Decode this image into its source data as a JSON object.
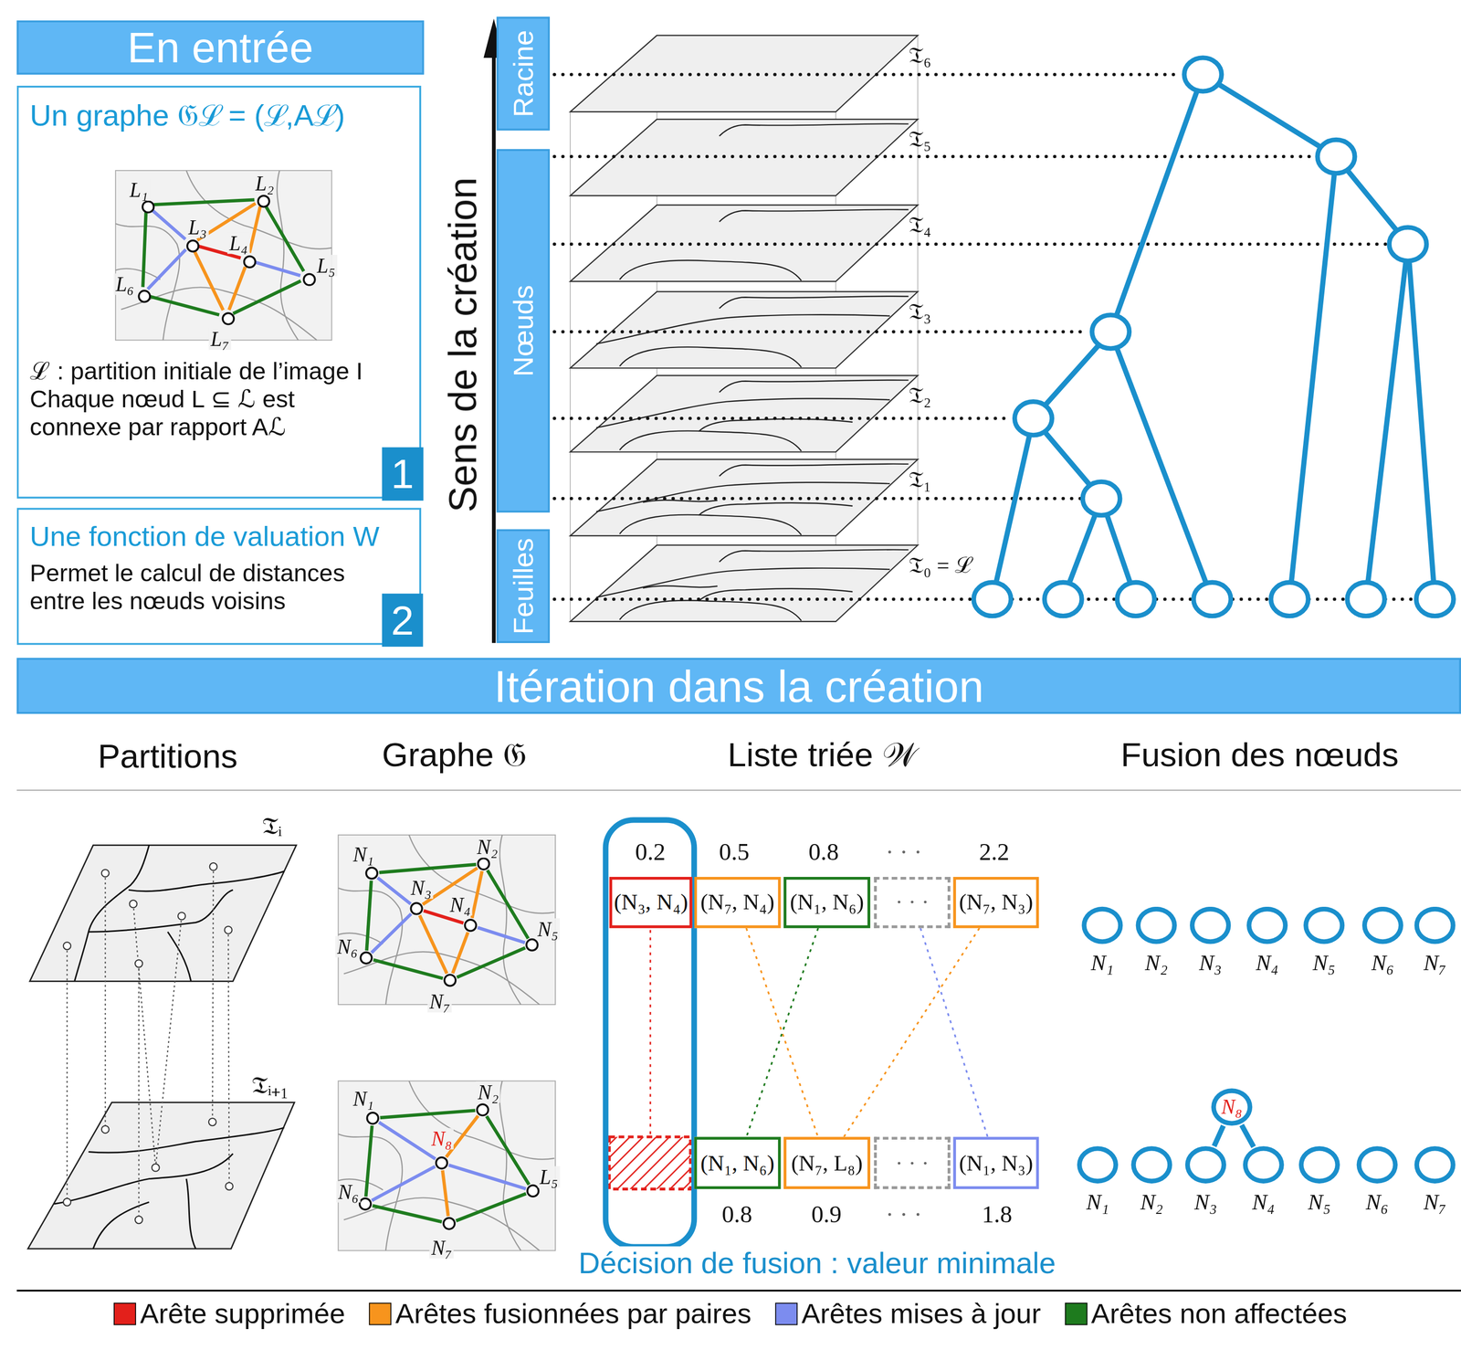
{
  "diagram": {
    "nodes": [
      {
        "text": [
          "En entrée"
        ]
      },
      {
        "text": [
          "Un graphe 𝔊ℒ = (ℒ,Aℒ)",
          "ℒ : partition initiale de l’image I",
          "Chaque nœud L ⊆ ℒ est connexe par rapport Aℒ"
        ]
      },
      {
        "text": [
          "L₁"
        ],
        "in": 1
      },
      {
        "text": [
          "L₂"
        ],
        "in": 1
      },
      {
        "text": [
          "L₃"
        ],
        "in": 1
      },
      {
        "text": [
          "L₄"
        ],
        "in": 1
      },
      {
        "text": [
          "L₅"
        ],
        "in": 1
      },
      {
        "text": [
          "L₆"
        ],
        "in": 1
      },
      {
        "text": [
          "L₇"
        ],
        "in": 1
      },
      {
        "text": [
          "1"
        ],
        "in": 1
      },
      {
        "text": [
          "Une fonction de valuation W",
          "Permet le calcul de distances entre les nœuds voisins"
        ]
      },
      {
        "text": [
          "2"
        ],
        "in": 10
      },
      {
        "text": [
          "Racine"
        ]
      },
      {
        "text": [
          "Nœuds"
        ]
      },
      {
        "text": [
          "Feuilles"
        ]
      },
      {
        "text": [
          "Itération dans la création"
        ]
      },
      {
        "text": [
          "N₁"
        ]
      },
      {
        "text": [
          "N₂"
        ]
      },
      {
        "text": [
          "N₃"
        ]
      },
      {
        "text": [
          "N₄"
        ]
      },
      {
        "text": [
          "N₅"
        ]
      },
      {
        "text": [
          "N₆"
        ]
      },
      {
        "text": [
          "N₇"
        ]
      },
      {
        "text": [
          "N₁"
        ]
      },
      {
        "text": [
          "N₂"
        ]
      },
      {
        "text": [
          "N₈"
        ]
      },
      {
        "text": [
          "L₅"
        ]
      },
      {
        "text": [
          "N₆"
        ]
      },
      {
        "text": [
          "N₇"
        ]
      },
      {
        "text": [
          "(N₃, N₄)"
        ]
      },
      {
        "text": [
          "(N₇, N₄)"
        ]
      },
      {
        "text": [
          "(N₁, N₆)"
        ]
      },
      {
        "text": [
          "· · ·"
        ]
      },
      {
        "text": [
          "(N₇, N₃)"
        ]
      },
      {
        "text": [
          "(N₁, N₆)"
        ]
      },
      {
        "text": [
          "(N₇, L₈)"
        ]
      },
      {
        "text": [
          "· · ·"
        ]
      },
      {
        "text": [
          "(N₁, N₃)"
        ]
      },
      {
        "text": [
          "N₁"
        ]
      },
      {
        "text": [
          "N₂"
        ]
      },
      {
        "text": [
          "N₃"
        ]
      },
      {
        "text": [
          "N₄"
        ]
      },
      {
        "text": [
          "N₅"
        ]
      },
      {
        "text": [
          "N₆"
        ]
      },
      {
        "text": [
          "N₇"
        ]
      },
      {
        "text": [
          "N₈"
        ]
      },
      {
        "text": [
          "N₁"
        ]
      },
      {
        "text": [
          "N₂"
        ]
      },
      {
        "text": [
          "N₃"
        ]
      },
      {
        "text": [
          "N₄"
        ]
      },
      {
        "text": [
          "N₅"
        ]
      },
      {
        "text": [
          "N₆"
        ]
      },
      {
        "text": [
          "N₇"
        ]
      }
    ],
    "edges": [
      {
        "from": 2,
        "to": 3,
        "arrow": "none"
      },
      {
        "from": 2,
        "to": 4,
        "arrow": "none"
      },
      {
        "from": 2,
        "to": 7,
        "arrow": "none"
      },
      {
        "from": 3,
        "to": 4,
        "arrow": "none"
      },
      {
        "from": 3,
        "to": 5,
        "arrow": "none"
      },
      {
        "from": 3,
        "to": 6,
        "arrow": "none"
      },
      {
        "from": 4,
        "to": 5,
        "arrow": "none"
      },
      {
        "from": 4,
        "to": 7,
        "arrow": "none"
      },
      {
        "from": 4,
        "to": 8,
        "arrow": "none"
      },
      {
        "from": 5,
        "to": 6,
        "arrow": "none"
      },
      {
        "from": 5,
        "to": 8,
        "arrow": "none"
      },
      {
        "from": 7,
        "to": 8,
        "arrow": "none"
      },
      {
        "from": 6,
        "to": 8,
        "arrow": "none"
      },
      {
        "from": 16,
        "to": 17,
        "arrow": "none"
      },
      {
        "from": 16,
        "to": 18,
        "arrow": "none"
      },
      {
        "from": 16,
        "to": 21,
        "arrow": "none"
      },
      {
        "from": 17,
        "to": 18,
        "arrow": "none"
      },
      {
        "from": 17,
        "to": 19,
        "arrow": "none"
      },
      {
        "from": 17,
        "to": 20,
        "arrow": "none"
      },
      {
        "from": 18,
        "to": 19,
        "arrow": "none"
      },
      {
        "from": 18,
        "to": 21,
        "arrow": "none"
      },
      {
        "from": 18,
        "to": 22,
        "arrow": "none"
      },
      {
        "from": 19,
        "to": 20,
        "arrow": "none"
      },
      {
        "from": 19,
        "to": 22,
        "arrow": "none"
      },
      {
        "from": 21,
        "to": 22,
        "arrow": "none"
      },
      {
        "from": 20,
        "to": 22,
        "arrow": "none"
      },
      {
        "from": 23,
        "to": 24,
        "arrow": "none"
      },
      {
        "from": 23,
        "to": 25,
        "arrow": "none"
      },
      {
        "from": 23,
        "to": 27,
        "arrow": "none"
      },
      {
        "from": 24,
        "to": 25,
        "arrow": "none"
      },
      {
        "from": 24,
        "to": 26,
        "arrow": "none"
      },
      {
        "from": 25,
        "to": 26,
        "arrow": "none"
      },
      {
        "from": 25,
        "to": 27,
        "arrow": "none"
      },
      {
        "from": 25,
        "to": 28,
        "arrow": "none"
      },
      {
        "from": 27,
        "to": 28,
        "arrow": "none"
      },
      {
        "from": 26,
        "to": 28,
        "arrow": "none"
      },
      {
        "from": 30,
        "to": 35,
        "arrow": "none"
      },
      {
        "from": 31,
        "to": 34,
        "arrow": "none"
      },
      {
        "from": 33,
        "to": 35,
        "arrow": "none"
      },
      {
        "from": 32,
        "to": 37,
        "arrow": "none"
      },
      {
        "from": 45,
        "to": 48,
        "arrow": "none"
      },
      {
        "from": 45,
        "to": 49,
        "arrow": "none"
      }
    ],
    "labels": [
      "Sens de la création",
      "𝔗₆",
      "𝔗₅",
      "𝔗₄",
      "𝔗₃",
      "𝔗₂",
      "𝔗₁",
      "𝔗₀ = ℒ",
      "Partitions",
      "Graphe 𝔊",
      "Liste triée 𝒲",
      "Fusion des nœuds",
      "𝔗ᵢ",
      "𝔗ᵢ₊₁",
      "0.2",
      "0.5",
      "0.8",
      "· · ·",
      "2.2",
      "0.8",
      "0.9",
      "· · ·",
      "1.8",
      "Décision de fusion : valeur minimale"
    ],
    "legend": [
      {
        "text": "Arête supprimée",
        "color": "#e3201b"
      },
      {
        "text": "Arêtes fusionnées par paires",
        "color": "#f7941d"
      },
      {
        "text": "Arêtes mises à jour",
        "color": "#7c8cef"
      },
      {
        "text": "Arêtes non affectées",
        "color": "#1e7b1e"
      }
    ]
  }
}
